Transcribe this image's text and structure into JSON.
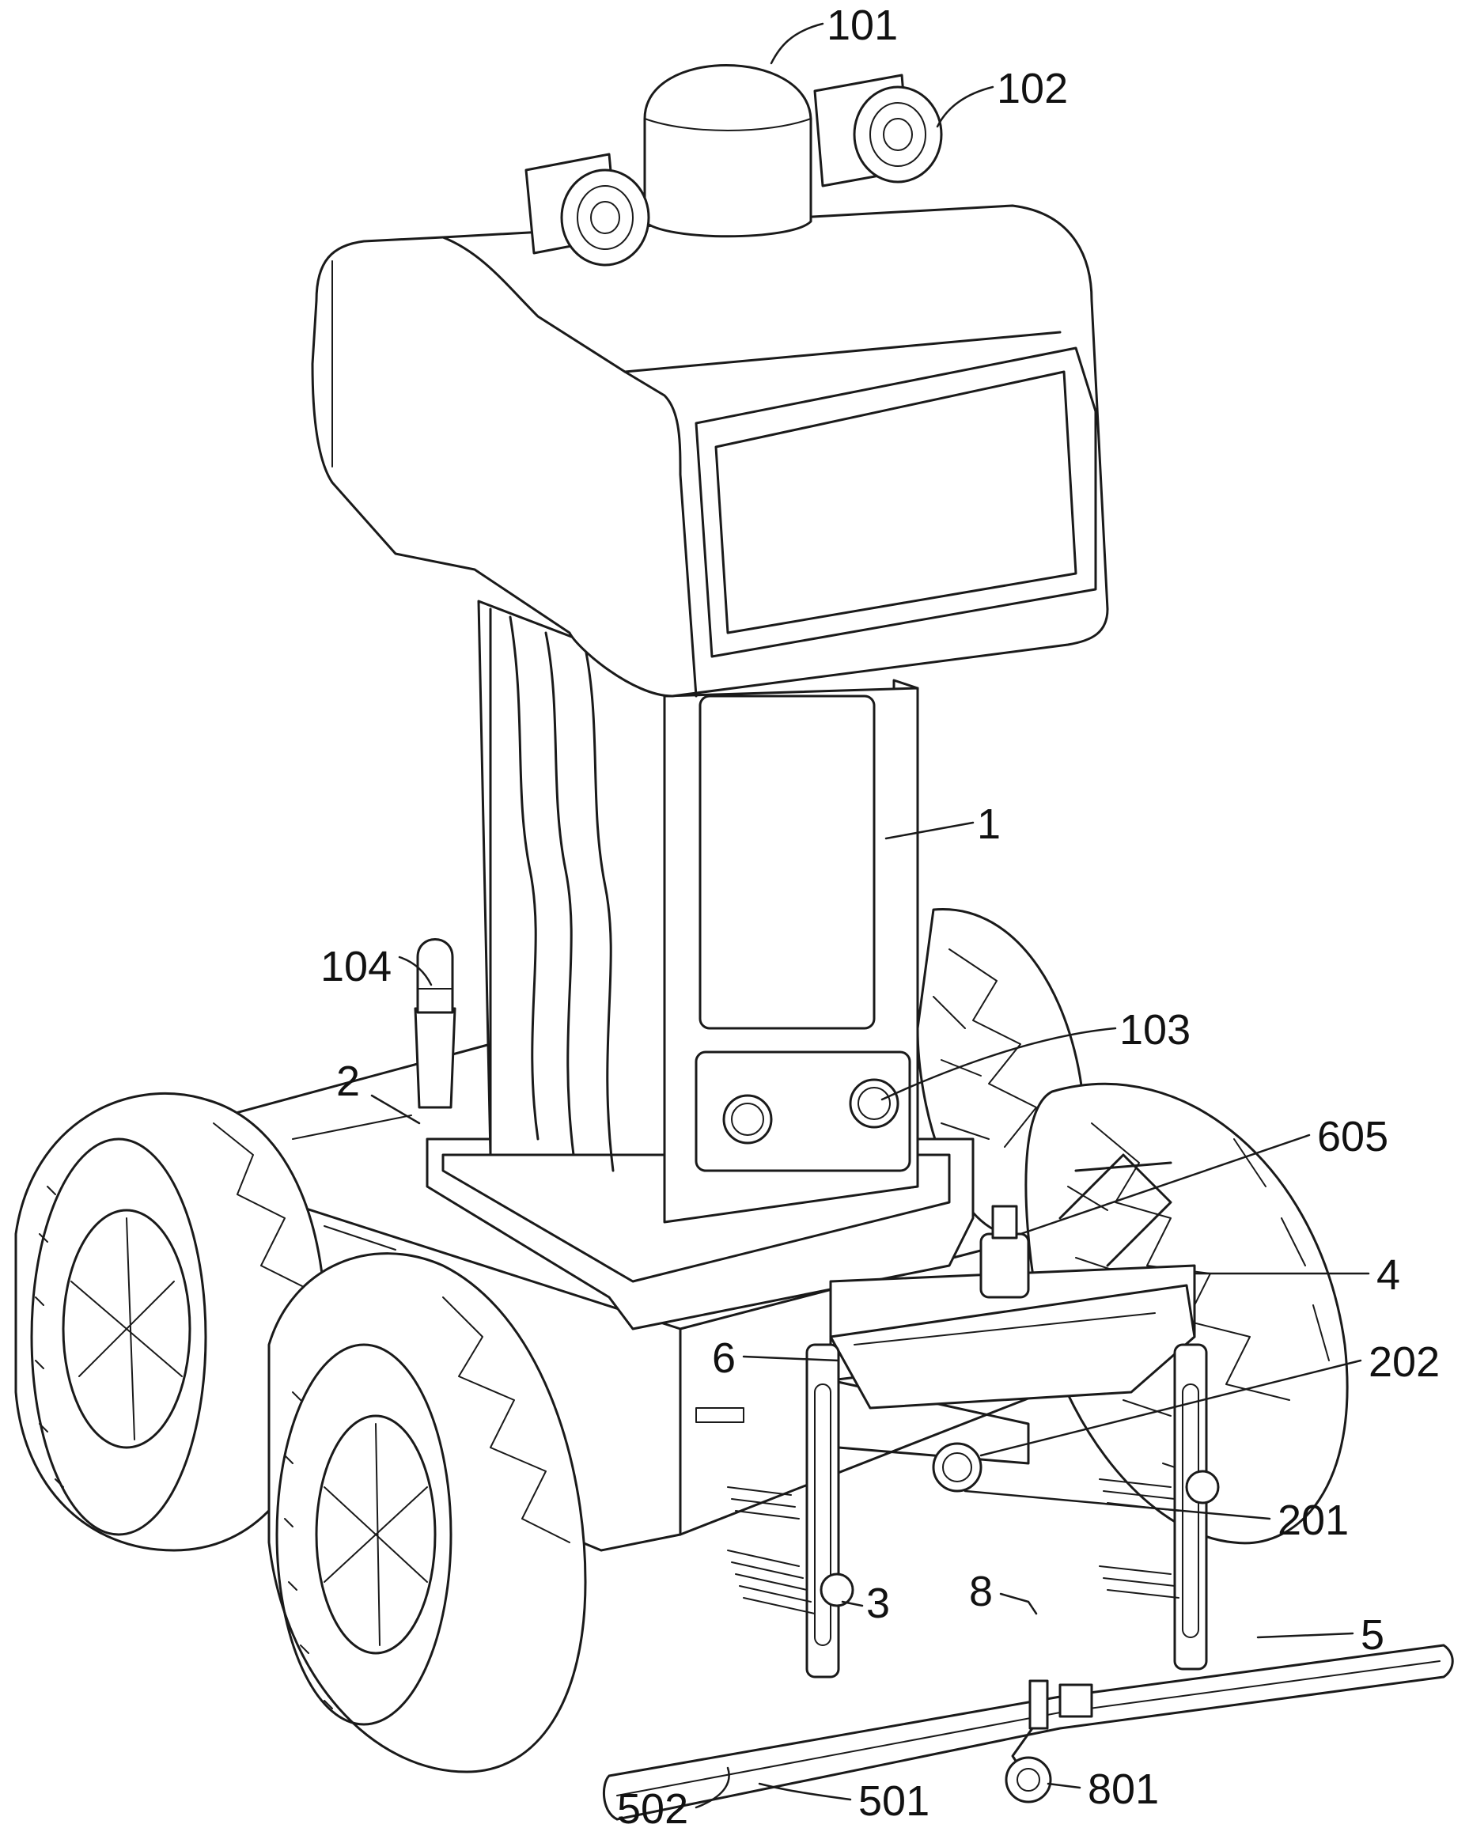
{
  "figure": {
    "subject": "patent-style line drawing of a wheeled inspection robot",
    "labels": [
      {
        "id": "label-101",
        "text": "101"
      },
      {
        "id": "label-102",
        "text": "102"
      },
      {
        "id": "label-1",
        "text": "1"
      },
      {
        "id": "label-104",
        "text": "104"
      },
      {
        "id": "label-103",
        "text": "103"
      },
      {
        "id": "label-2",
        "text": "2"
      },
      {
        "id": "label-605",
        "text": "605"
      },
      {
        "id": "label-4",
        "text": "4"
      },
      {
        "id": "label-6",
        "text": "6"
      },
      {
        "id": "label-202",
        "text": "202"
      },
      {
        "id": "label-201",
        "text": "201"
      },
      {
        "id": "label-3",
        "text": "3"
      },
      {
        "id": "label-8",
        "text": "8"
      },
      {
        "id": "label-5",
        "text": "5"
      },
      {
        "id": "label-801",
        "text": "801"
      },
      {
        "id": "label-501",
        "text": "501"
      },
      {
        "id": "label-502",
        "text": "502"
      }
    ]
  }
}
